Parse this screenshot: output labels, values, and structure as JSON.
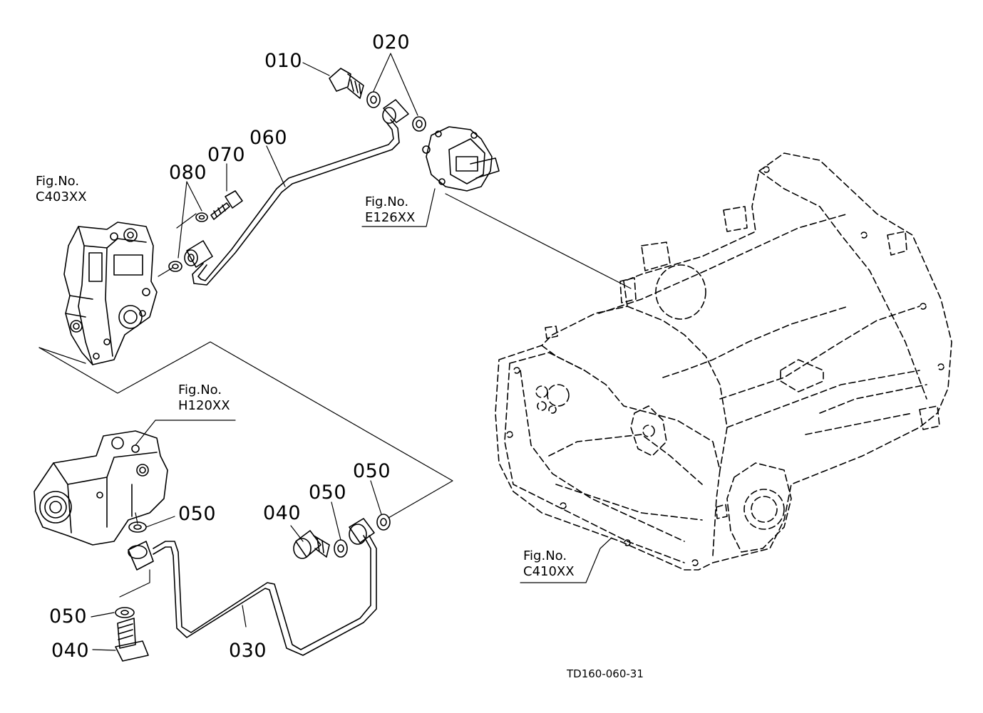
{
  "parts": {
    "p010": "010",
    "p020": "020",
    "p060": "060",
    "p070": "070",
    "p080": "080",
    "p050_a": "050",
    "p040_a": "040",
    "p050_b": "050",
    "p050_c": "050",
    "p050_d": "050",
    "p040_b": "040",
    "p030": "030"
  },
  "figures": {
    "c403": {
      "title": "Fig.No.",
      "ref": "C403XX"
    },
    "e126": {
      "title": "Fig.No.",
      "ref": "E126XX"
    },
    "h120": {
      "title": "Fig.No.",
      "ref": "H120XX"
    },
    "c410": {
      "title": "Fig.No.",
      "ref": "C410XX"
    }
  },
  "drawing_code": "TD160-060-31"
}
